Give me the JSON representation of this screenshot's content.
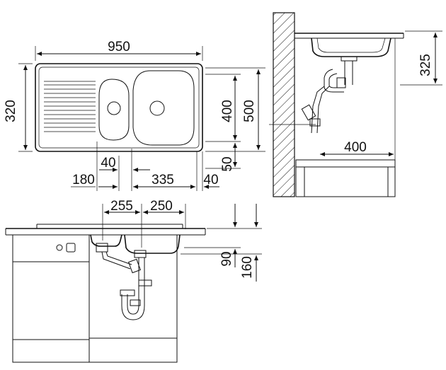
{
  "top_view": {
    "width": "950",
    "depth": "320",
    "cut_left": "180",
    "bowl_gap": "40",
    "bowl_width": "335",
    "right_margin": "40",
    "bowl_length": "400",
    "cabinet_width": "500",
    "front_offset": "50"
  },
  "side_view": {
    "height": "325",
    "depth": "400"
  },
  "front_view": {
    "small_bowl": "255",
    "large_bowl": "250",
    "overflow_height": "90",
    "bowl_depth": "160"
  }
}
